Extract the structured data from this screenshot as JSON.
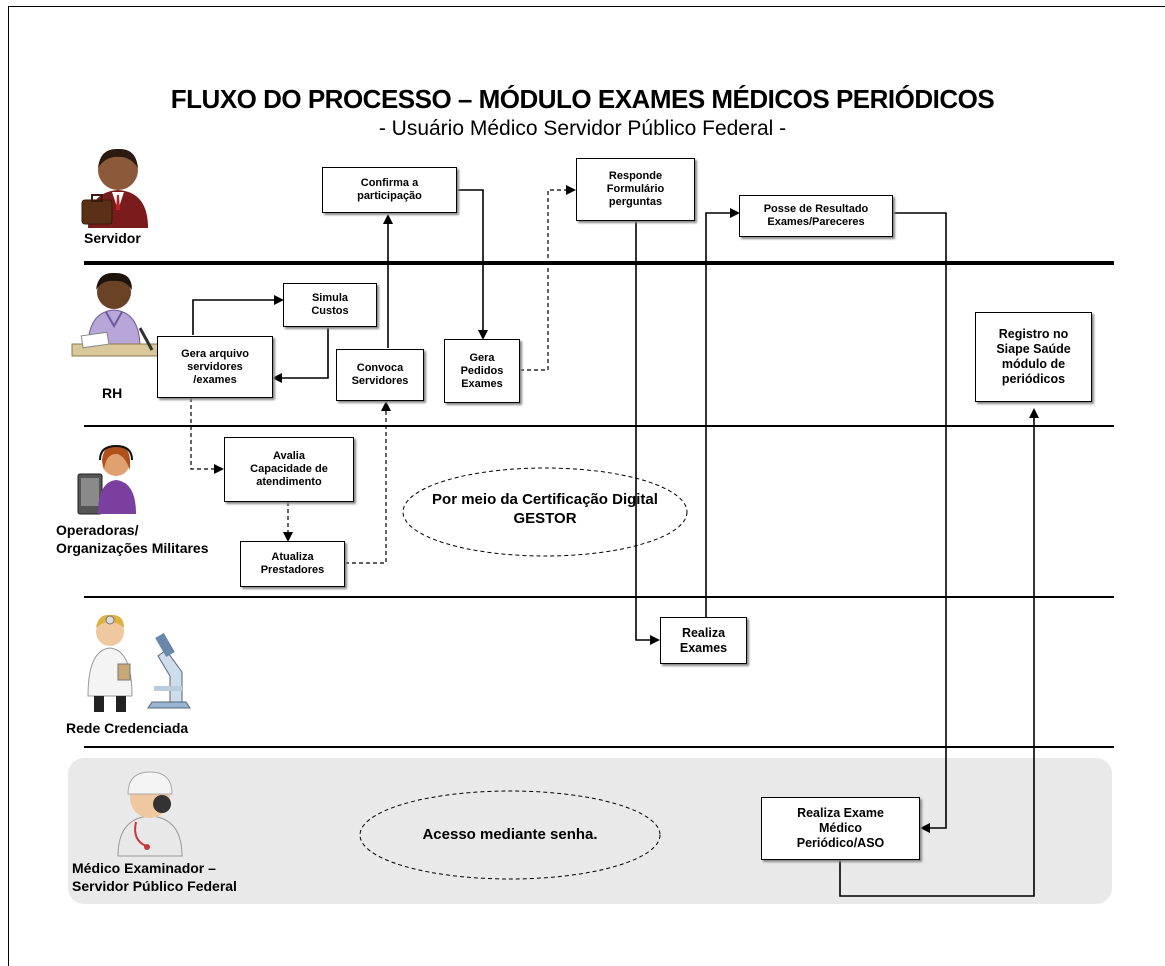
{
  "title": "FLUXO DO PROCESSO – MÓDULO EXAMES MÉDICOS PERIÓDICOS",
  "subtitle": "- Usuário Médico Servidor Público Federal -",
  "lanes": {
    "servidor": "Servidor",
    "rh": "RH",
    "operadoras": [
      "Operadoras/",
      "Organizações Militares"
    ],
    "rede": "Rede Credenciada",
    "medico": [
      "Médico Examinador –",
      "Servidor Público Federal"
    ]
  },
  "boxes": {
    "confirma": [
      "Confirma a",
      "participação"
    ],
    "responde": [
      "Responde",
      "Formulário",
      "perguntas"
    ],
    "posse": [
      "Posse de Resultado",
      "Exames/Pareceres"
    ],
    "simula": [
      "Simula",
      "Custos"
    ],
    "gera_arquivo": [
      "Gera arquivo",
      "servidores",
      "/exames"
    ],
    "convoca": [
      "Convoca",
      "Servidores"
    ],
    "gera_pedidos": [
      "Gera",
      "Pedidos",
      "Exames"
    ],
    "registro": [
      "Registro no",
      "Siape Saúde",
      "módulo de",
      "periódicos"
    ],
    "avalia": [
      "Avalia",
      "Capacidade de",
      "atendimento"
    ],
    "atualiza": [
      "Atualiza",
      "Prestadores"
    ],
    "realiza_exames": [
      "Realiza",
      "Exames"
    ],
    "realiza_exame_medico": [
      "Realiza Exame",
      "Médico",
      "Periódico/ASO"
    ]
  },
  "ovals": {
    "certificacao": [
      "Por meio da Certificação Digital",
      "GESTOR"
    ],
    "senha": "Acesso mediante senha."
  },
  "icons": [
    "businessman-briefcase-icon",
    "office-worker-desk-icon",
    "call-center-operator-icon",
    "doctor-microscope-icon",
    "surgeon-doctor-icon"
  ]
}
